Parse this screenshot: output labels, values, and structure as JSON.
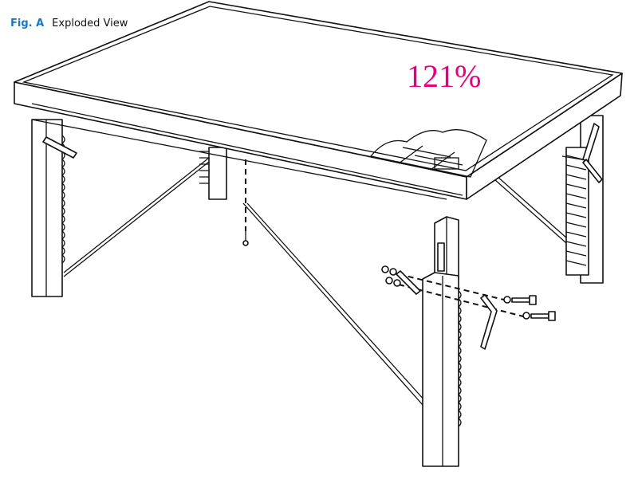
{
  "figure": {
    "label": "Fig. A",
    "title": "Exploded View"
  },
  "annotation": {
    "zoom_text": "121%",
    "color": "#e6007e"
  },
  "colors": {
    "label_accent": "#1a78c2",
    "line": "#111111"
  }
}
